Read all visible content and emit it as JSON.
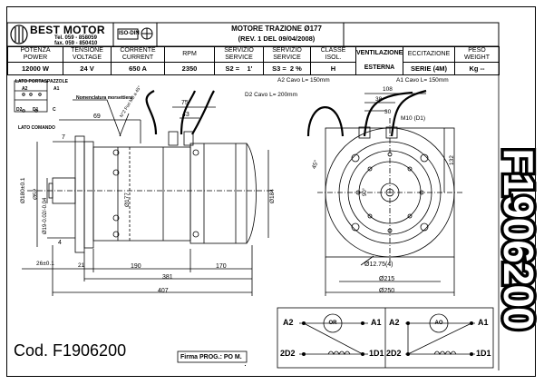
{
  "company": {
    "logo_text": "BEST MOTOR",
    "tel": "Tel. 059 - 858059",
    "fax": "fax. 059 - 850410",
    "cert": "ISO-DIN"
  },
  "header": {
    "title": "MOTORE TRAZIONE Ø177",
    "revision": "(REV. 1 DEL 09/04/2008)"
  },
  "specs": [
    {
      "label_1": "POTENZA",
      "label_2": "POWER",
      "value": "12000 W"
    },
    {
      "label_1": "TENSIONE",
      "label_2": "VOLTAGE",
      "value": "24 V"
    },
    {
      "label_1": "CORRENTE",
      "label_2": "CURRENT",
      "value": "650 A"
    },
    {
      "label_1": "RPM",
      "label_2": "",
      "value": "2350"
    },
    {
      "label_1": "SERVIZIO",
      "label_2": "SERVICE",
      "value": "S2 =    1'"
    },
    {
      "label_1": "SERVIZIO",
      "label_2": "SERVICE",
      "value": "S3 =  2 %"
    },
    {
      "label_1": "CLASSE",
      "label_2": "ISOL.",
      "value": "H"
    },
    {
      "label_1": "VENTILAZIONE",
      "label_2": "",
      "value": "ESTERNA"
    },
    {
      "label_1": "ECCITAZIONE",
      "label_2": "",
      "value": "SERIE (4M)"
    },
    {
      "label_1": "PESO",
      "label_2": "WEIGHT",
      "value": "Kg --"
    }
  ],
  "drawing": {
    "side_view": {
      "lato_portaspazzole": "LATO PORTASPAZZOLE",
      "lato_comando": "LATO COMANDO",
      "nomenclatura": "Nomenclatura morsettiera",
      "term_a2": "A2",
      "term_a1": "A1",
      "term_d2": "D2",
      "term_d1": "D1",
      "term_c": "C",
      "fori": "N°2 Fori M8 a 45°",
      "dim_7": "7",
      "dim_69": "69",
      "dim_75": "75",
      "dim_43": "43",
      "dim_4": "4",
      "dim_180": "Ø180±0.1",
      "dim_52": "Ø52",
      "dim_19": "Ø19-0.02/-0.04",
      "dim_177": "Ø177",
      "dim_184": "Ø184",
      "dim_26": "26±0.1",
      "dim_21": "21",
      "dim_190": "190",
      "dim_170": "170",
      "dim_381": "381",
      "dim_407": "407"
    },
    "end_view": {
      "a2_cable": "A2 Cavo L= 150mm",
      "d2_cable": "D2 Cavo L= 200mm",
      "a1_cable": "A1 Cavo L= 150mm",
      "m10": "M10 (D1)",
      "dim_108": "108",
      "dim_38": "38",
      "dim_30": "30",
      "dim_132": "132",
      "dim_45": "45°",
      "dim_90": "90°",
      "dim_1275": "Ø12.75(4)",
      "dim_215": "Ø215",
      "dim_250": "Ø250"
    },
    "wiring": {
      "left": {
        "a2": "A2",
        "a1": "A1",
        "d2": "2D2",
        "d1": "1D1",
        "rotation": "OR"
      },
      "right": {
        "a2": "A2",
        "a1": "A1",
        "d2": "2D2",
        "d1": "1D1",
        "rotation": "AO"
      }
    }
  },
  "footer": {
    "code": "Cod. F1906200",
    "signature": "Firma PROG.: PO M.",
    "vertical_code": "F1906200"
  }
}
